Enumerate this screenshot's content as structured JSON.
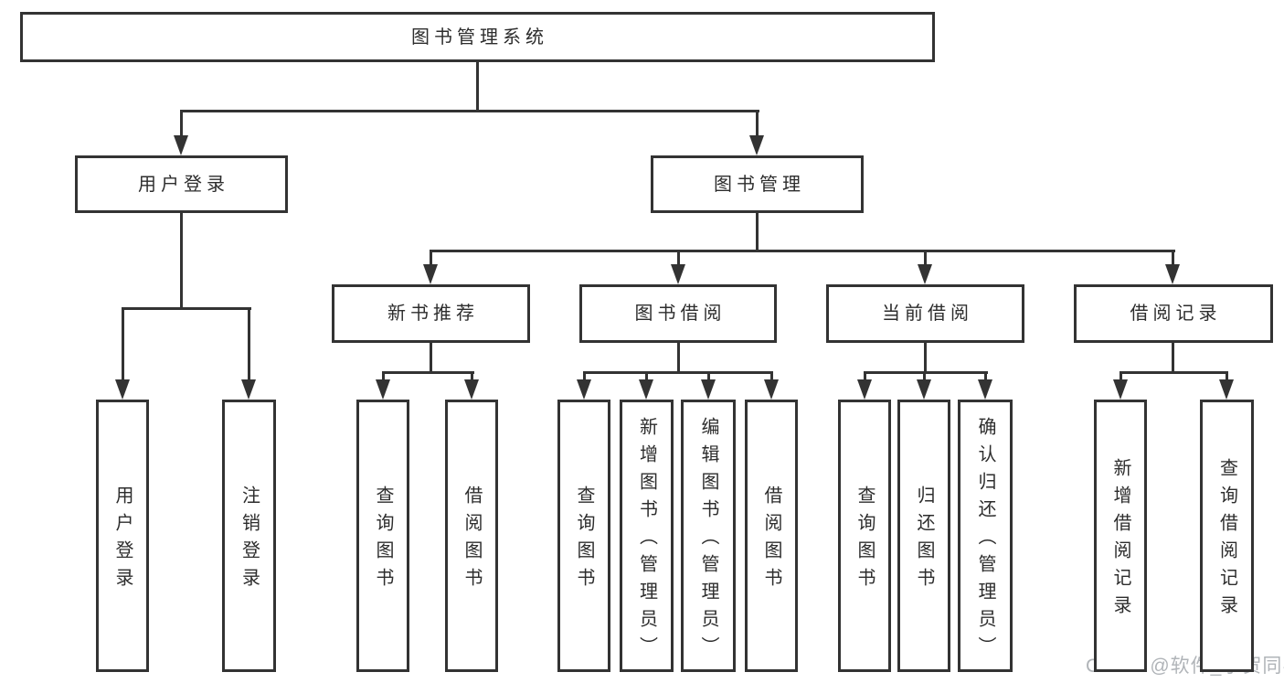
{
  "diagram_title": "图书管理系统",
  "colors": {
    "line": "#333333",
    "text": "#2d2d2d",
    "watermark": "#a8acb1",
    "background": "#ffffff"
  },
  "watermark": {
    "text": "CSDN @软件_小贺同学"
  },
  "nodes": [
    {
      "id": "root",
      "label": "图书管理系统",
      "parent": null,
      "level": 1
    },
    {
      "id": "user-login",
      "label": "用户登录",
      "parent": "root",
      "level": 2
    },
    {
      "id": "book-mgmt",
      "label": "图书管理",
      "parent": "root",
      "level": 2
    },
    {
      "id": "new-book-rec",
      "label": "新书推荐",
      "parent": "book-mgmt",
      "level": 3
    },
    {
      "id": "book-borrow",
      "label": "图书借阅",
      "parent": "book-mgmt",
      "level": 3
    },
    {
      "id": "current-borrow",
      "label": "当前借阅",
      "parent": "book-mgmt",
      "level": 3
    },
    {
      "id": "borrow-records",
      "label": "借阅记录",
      "parent": "book-mgmt",
      "level": 3
    },
    {
      "id": "login-action",
      "label": "用户登录",
      "parent": "user-login",
      "level": 4
    },
    {
      "id": "logout-action",
      "label": "注销登录",
      "parent": "user-login",
      "level": 4
    },
    {
      "id": "rec-query-book",
      "label": "查询图书",
      "parent": "new-book-rec",
      "level": 4
    },
    {
      "id": "rec-borrow-book",
      "label": "借阅图书",
      "parent": "new-book-rec",
      "level": 4
    },
    {
      "id": "bb-query-book",
      "label": "查询图书",
      "parent": "book-borrow",
      "level": 4
    },
    {
      "id": "bb-add-book",
      "label": "新增图书（管理员）",
      "parent": "book-borrow",
      "level": 4
    },
    {
      "id": "bb-edit-book",
      "label": "编辑图书（管理员）",
      "parent": "book-borrow",
      "level": 4
    },
    {
      "id": "bb-borrow-book",
      "label": "借阅图书",
      "parent": "book-borrow",
      "level": 4
    },
    {
      "id": "cb-query-book",
      "label": "查询图书",
      "parent": "current-borrow",
      "level": 4
    },
    {
      "id": "cb-return-book",
      "label": "归还图书",
      "parent": "current-borrow",
      "level": 4
    },
    {
      "id": "cb-confirm-return",
      "label": "确认归还（管理员）",
      "parent": "current-borrow",
      "level": 4
    },
    {
      "id": "br-add-record",
      "label": "新增借阅记录",
      "parent": "borrow-records",
      "level": 4
    },
    {
      "id": "br-query-record",
      "label": "查询借阅记录",
      "parent": "borrow-records",
      "level": 4
    }
  ]
}
